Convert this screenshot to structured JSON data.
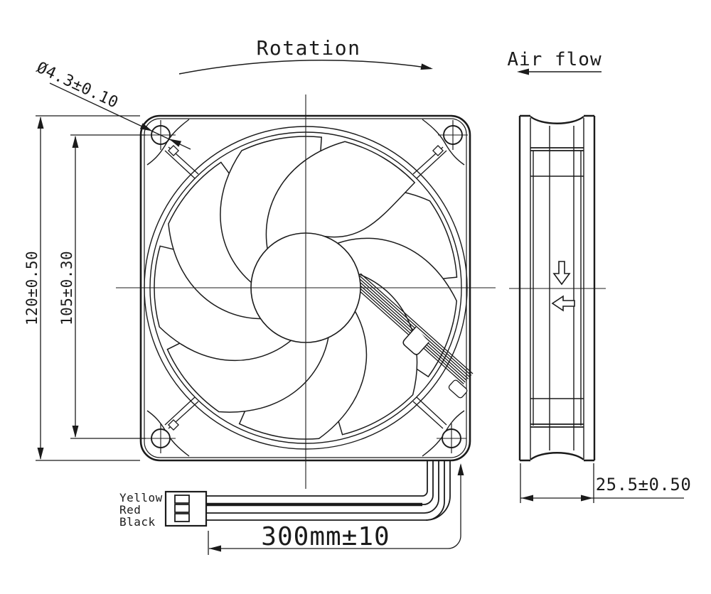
{
  "drawing": {
    "ink_color": "#1b1b1b",
    "background_color": "#ffffff",
    "front_view": {
      "rotation_label": "Rotation",
      "mount_hole_dimension": "Ø4.3±0.10",
      "frame_size_dimension": "120±0.50",
      "hole_spacing_dimension": "105±0.30",
      "lead_wire_length_dimension": "300mm±10",
      "wire_labels": [
        "Yellow",
        "Red",
        "Black"
      ]
    },
    "side_view": {
      "airflow_label": "Air flow",
      "thickness_dimension": "25.5±0.50"
    }
  }
}
